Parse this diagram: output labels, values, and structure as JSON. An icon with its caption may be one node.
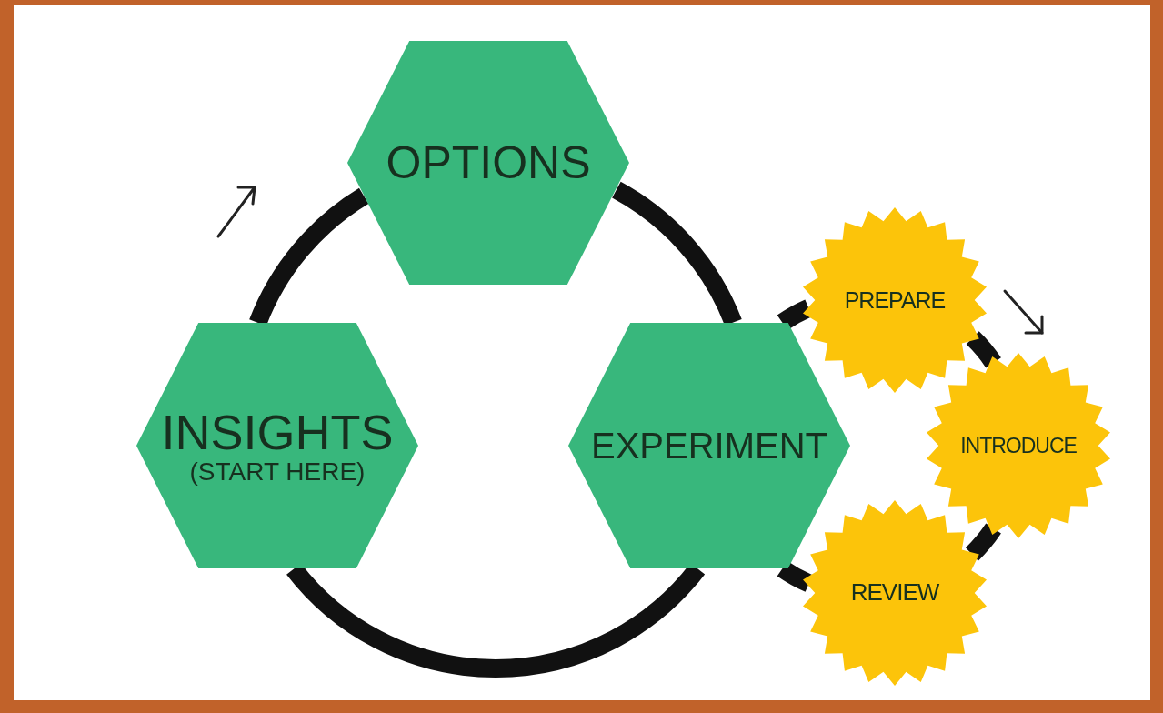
{
  "diagram": {
    "nodes": [
      {
        "text": [
          "OPTIONS"
        ]
      },
      {
        "text": [
          "INSIGHTS",
          "(START HERE)"
        ]
      },
      {
        "text": [
          "EXPERIMENT"
        ]
      },
      {
        "text": [
          "PREPARE"
        ]
      },
      {
        "text": [
          "INTRODUCE"
        ]
      },
      {
        "text": [
          "REVIEW"
        ]
      }
    ],
    "edges": [
      {
        "from": 1,
        "to": 0,
        "arrow": "none"
      },
      {
        "from": 0,
        "to": 2,
        "arrow": "none"
      },
      {
        "from": 2,
        "to": 1,
        "arrow": "none"
      },
      {
        "from": 2,
        "to": 3,
        "arrow": "none"
      },
      {
        "from": 3,
        "to": 4,
        "arrow": "none"
      },
      {
        "from": 4,
        "to": 5,
        "arrow": "none"
      },
      {
        "from": 5,
        "to": 2,
        "arrow": "none"
      }
    ]
  }
}
